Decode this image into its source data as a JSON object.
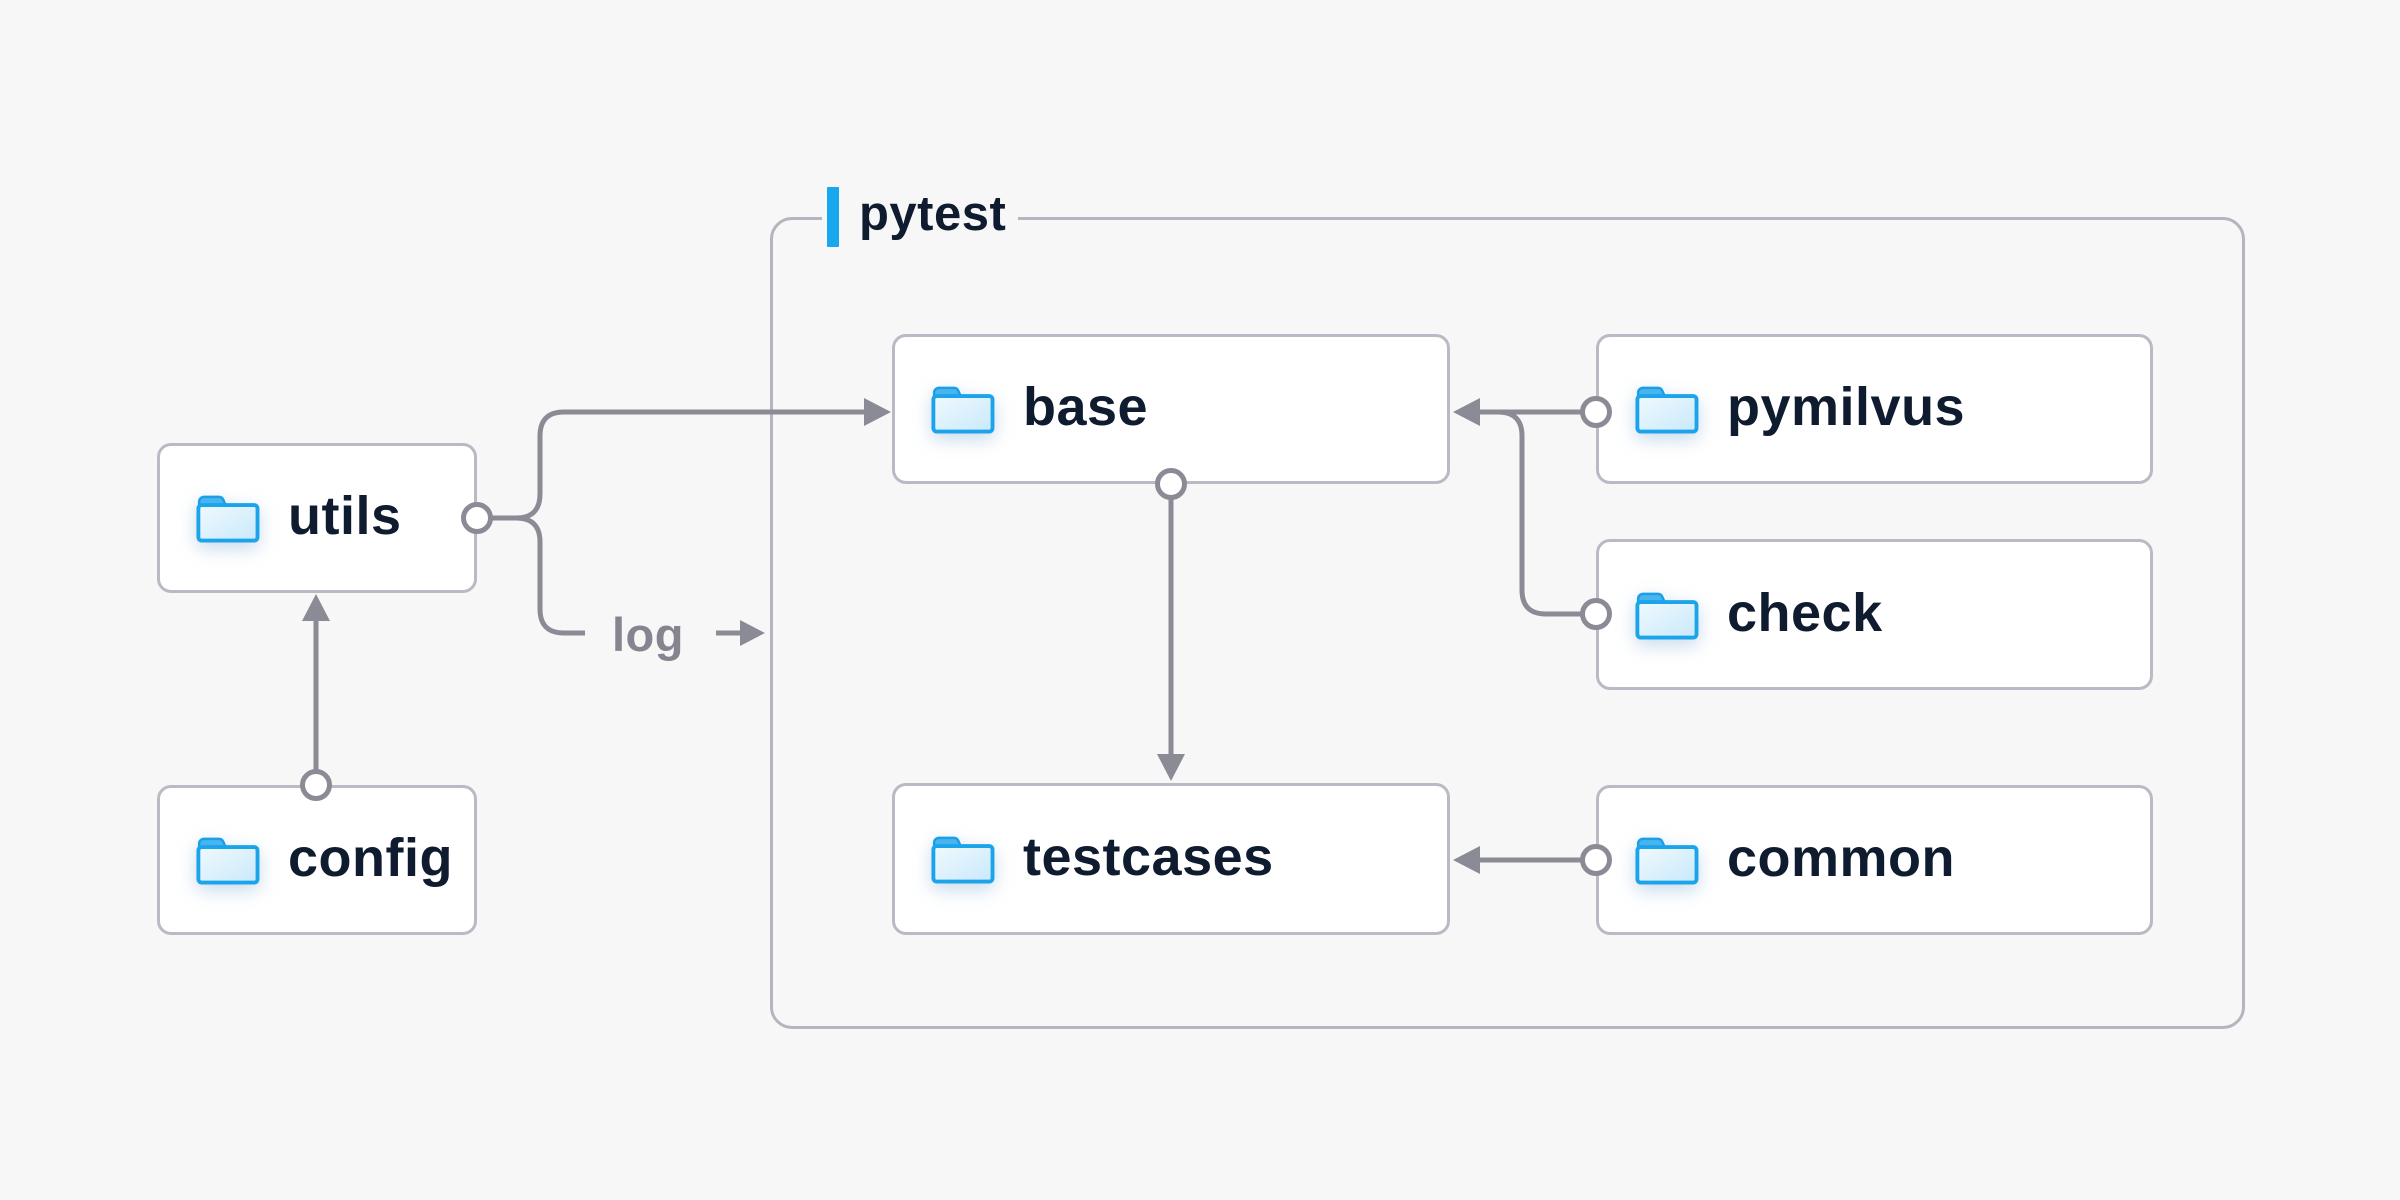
{
  "diagram": {
    "group": {
      "label": "pytest"
    },
    "nodes": {
      "utils": {
        "label": "utils",
        "icon": "folder-icon"
      },
      "config": {
        "label": "config",
        "icon": "folder-icon"
      },
      "base": {
        "label": "base",
        "icon": "folder-icon"
      },
      "testcases": {
        "label": "testcases",
        "icon": "folder-icon"
      },
      "pymilvus": {
        "label": "pymilvus",
        "icon": "folder-icon"
      },
      "check": {
        "label": "check",
        "icon": "folder-icon"
      },
      "common": {
        "label": "common",
        "icon": "folder-icon"
      }
    },
    "log_label": "log",
    "edges": [
      {
        "from": "config",
        "to": "utils"
      },
      {
        "from": "utils",
        "to": "base"
      },
      {
        "from": "utils",
        "to": "log"
      },
      {
        "from": "base",
        "to": "testcases"
      },
      {
        "from": "pymilvus",
        "to": "base"
      },
      {
        "from": "check",
        "to": "base"
      },
      {
        "from": "common",
        "to": "testcases"
      }
    ],
    "colors": {
      "bg": "#f7f7f8",
      "accent": "#18a8f0",
      "line": "#8a8b94",
      "ink": "#0f1b2e",
      "muted": "#84858e",
      "box-border": "#b9bac4",
      "group-border": "#b4b5bf",
      "box-bg": "#ffffff"
    }
  }
}
